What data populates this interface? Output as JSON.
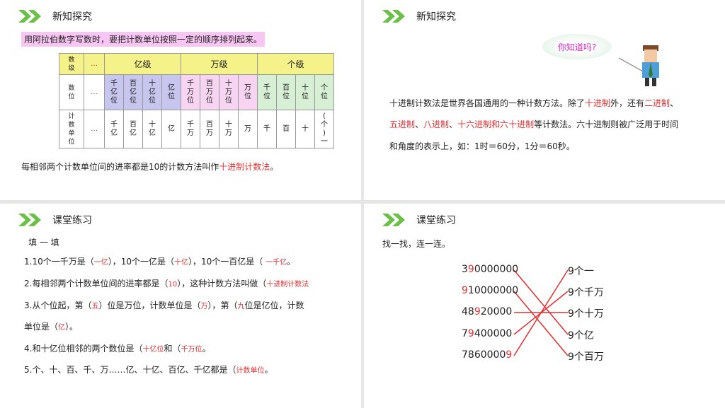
{
  "p1": {
    "title": "新知探究",
    "note": "用阿拉伯数字写数时，要把计数单位按照一定的顺序排列起来。",
    "table": {
      "row_labels": [
        "数级",
        "数位",
        "计数单位"
      ],
      "dots": "…",
      "levels": [
        "亿级",
        "万级",
        "个级"
      ],
      "places": [
        "千亿位",
        "百亿位",
        "十亿位",
        "亿位",
        "千万位",
        "百万位",
        "十万位",
        "万位",
        "千位",
        "百位",
        "十位",
        "个位"
      ],
      "units": [
        "千亿",
        "百亿",
        "十亿",
        "亿",
        "千万",
        "百万",
        "十万",
        "万",
        "千",
        "百",
        "十",
        "(个)一"
      ]
    },
    "footer_pre": "每相邻两个计数单位间的进率都是10的计数方法叫作",
    "footer_red": "十进制计数法",
    "footer_post": "。"
  },
  "p2": {
    "title": "新知探究",
    "bubble": "你知道吗?",
    "line1_a": "十进制计数法是世界各国通用的一种计数方法。除了",
    "line1_red1": "十进制",
    "line1_b": "外，还有",
    "line1_red2": "二进制",
    "line1_c": "、",
    "line2_red1": "五进制",
    "line2_sep1": "、",
    "line2_red2": "八进制",
    "line2_sep2": "、",
    "line2_red3": "十六进制和六十进制",
    "line2_b": "等计数法。六十进制则被广泛用于时间",
    "line3": "和角度的表示上，如：1时＝60分，1分＝60秒。"
  },
  "p3": {
    "title": "课堂练习",
    "subtitle": "填 一 填",
    "q1": {
      "a": "1.10个一千万是（",
      "ans1": "一亿",
      "b": "），10个一亿是（",
      "ans2": "十亿",
      "c": "），10个一百亿是（ ",
      "ans3": "一千亿",
      "d": "。"
    },
    "q2": {
      "a": "2.每相邻两个计数单位间的进率都是（",
      "ans1": "10",
      "b": "），这种计数方法叫做（",
      "ans2": "十进制计数法"
    },
    "q3": {
      "a": "3.从个位起，第（",
      "ans1": "五",
      "b": "）位是万位，计数单位是（",
      "ans2": "万",
      "c": "），第（",
      "ans3": "九",
      "d": "位是亿位，计数",
      "e": "单位是（",
      "ans4": "亿",
      "f": "）。"
    },
    "q4": {
      "a": "4.和十亿位相邻的两个数位是（",
      "ans1": "十亿位",
      "b": "和（",
      "ans2": "千万位",
      "c": "。"
    },
    "q5": {
      "a": "5.个、十、百、千、万……亿、十亿、百亿、千亿都是（",
      "ans1": "计数单位",
      "b": "。"
    }
  },
  "p4": {
    "title": "课堂练习",
    "instruction": "找一找，连一连。",
    "numbers": [
      {
        "pre": "3",
        "red": "9",
        "post": "0000000"
      },
      {
        "pre": "",
        "red": "9",
        "post": "10000000"
      },
      {
        "pre": "48",
        "red": "9",
        "post": "20000"
      },
      {
        "pre": "7",
        "red": "9",
        "post": "400000"
      },
      {
        "pre": "7860000",
        "red": "9",
        "post": ""
      }
    ],
    "targets": [
      "9个一",
      "9个千万",
      "9个十万",
      "9个亿",
      "9个百万"
    ],
    "links": [
      [
        0,
        3
      ],
      [
        1,
        4
      ],
      [
        2,
        2
      ],
      [
        3,
        1
      ],
      [
        4,
        0
      ]
    ],
    "line_color": "#e03030"
  }
}
